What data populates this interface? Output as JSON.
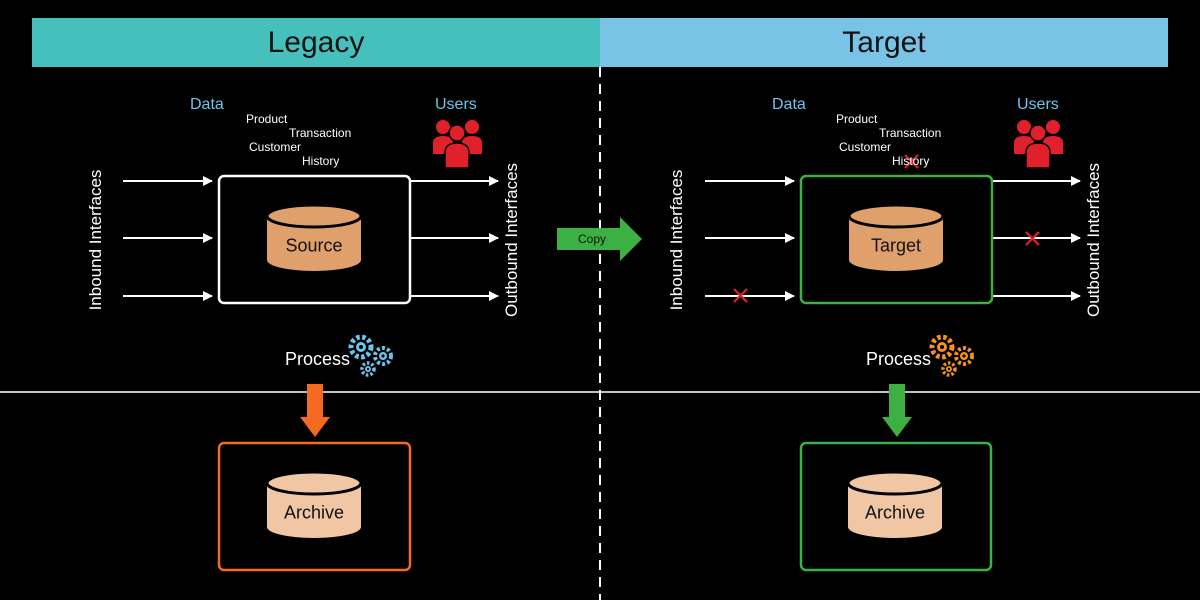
{
  "legacy": {
    "header": "Legacy",
    "data_label": "Data",
    "users_label": "Users",
    "data_items": [
      "Product",
      "Transaction",
      "Customer",
      "History"
    ],
    "inbound_label": "Inbound Interfaces",
    "outbound_label": "Outbound Interfaces",
    "db_label": "Source",
    "process_label": "Process",
    "archive_label": "Archive"
  },
  "copy_label": "Copy",
  "target": {
    "header": "Target",
    "data_label": "Data",
    "users_label": "Users",
    "data_items": [
      "Product",
      "Transaction",
      "Customer",
      "History"
    ],
    "inbound_label": "Inbound Interfaces",
    "outbound_label": "Outbound Interfaces",
    "db_label": "Target",
    "process_label": "Process",
    "archive_label": "Archive"
  },
  "colors": {
    "legacy_header": "#45c0bd",
    "target_header": "#79c4e6",
    "database": "#dfa06c",
    "archive_db": "#f0c6a4",
    "legacy_archive_border": "#f36a20",
    "target_border": "#3cb043",
    "removed_marker": "#e0202a",
    "users_icon": "#e0202a",
    "legacy_gears": "#6cc4ec",
    "target_gears": "#f5921e"
  }
}
